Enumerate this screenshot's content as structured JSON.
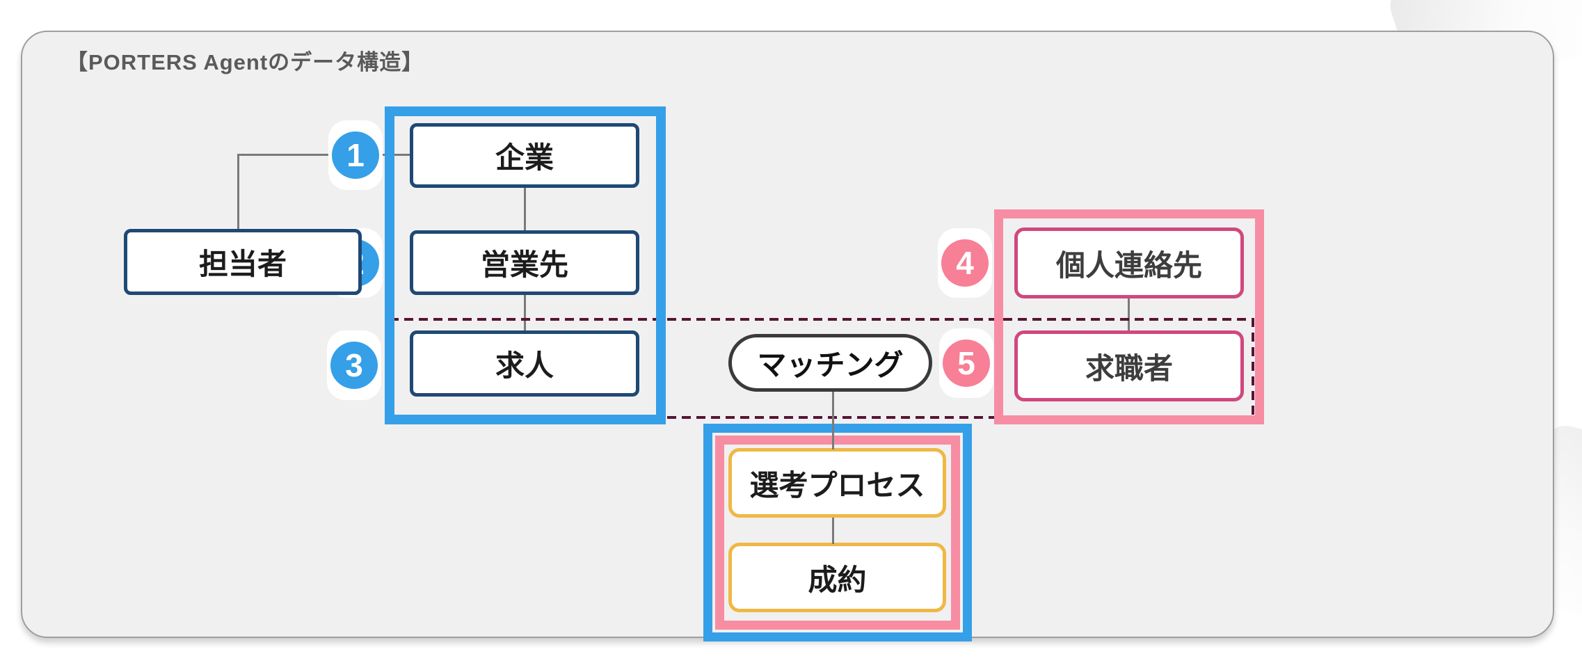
{
  "panel": {
    "title": "【PORTERS Agentのデータ構造】"
  },
  "diagram": {
    "company_group": {
      "manager": "担当者",
      "company": "企業",
      "sales_lead": "営業先",
      "job": "求人"
    },
    "candidate_group": {
      "personal_contact": "個人連絡先",
      "candidate": "求職者"
    },
    "process_group": {
      "matching": "マッチング",
      "selection_process": "選考プロセス",
      "placement": "成約"
    },
    "badges": {
      "b1": "1",
      "b2": "2",
      "b3": "3",
      "b4": "4",
      "b5": "5"
    },
    "colors": {
      "blue_frame": "#359fe8",
      "navy_box_border": "#1f4975",
      "pink_frame": "#f78da3",
      "pink_badge": "#f77f96",
      "magenta_box_border": "#d0487e",
      "yellow_box_border": "#efb845",
      "dashed_relation_line": "#571434",
      "panel_fill": "#f1f0f1",
      "panel_border": "#9e9e9e",
      "connector_gray": "#7a7a7a"
    }
  }
}
